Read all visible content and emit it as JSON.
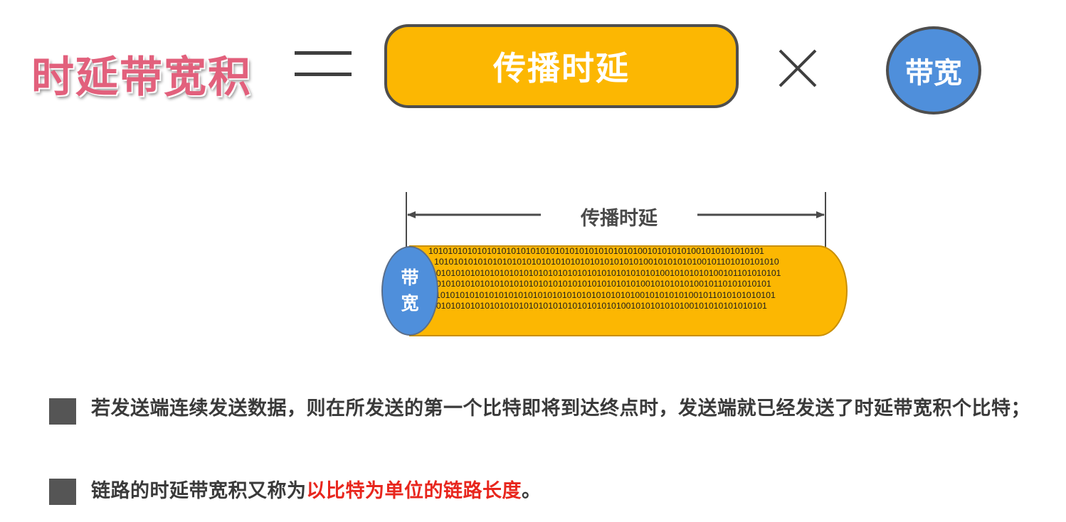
{
  "formula": {
    "lhs": "时延带宽积",
    "equals": "=",
    "propagation_delay": "传播时延",
    "times": "×",
    "bandwidth": "带宽"
  },
  "diagram": {
    "dimension_label": "传播时延",
    "pipe_end_label_1": "带",
    "pipe_end_label_2": "宽",
    "bit_rows": [
      "101010101010101010101010101010101010101010100101010101001010101010101",
      "10101010101010101010101010101010101010101010010101010100101101010101010",
      "101010101010101010101010101010101010101010101010010101010100101101010101",
      "1010101010101010101010101010101010101010101001010101010010110101010101",
      "1010101010101010101010101010101010101010100101010101001011010101010101",
      "101010101010101010101010101010101010101001010101010100101010101010101"
    ],
    "colors": {
      "pipe_fill": "#fcb702",
      "pipe_end_fill": "#4f8fdb",
      "title_pink": "#e2607c",
      "highlight_red": "#e8261d"
    }
  },
  "bullets": [
    {
      "text": "若发送端连续发送数据，则在所发送的第一个比特即将到达终点时，发送端就已经发送了时延带宽积个比特；"
    },
    {
      "text_before": "链路的时延带宽积又称为",
      "highlight": "以比特为单位的链路长度",
      "text_after": "。"
    }
  ]
}
